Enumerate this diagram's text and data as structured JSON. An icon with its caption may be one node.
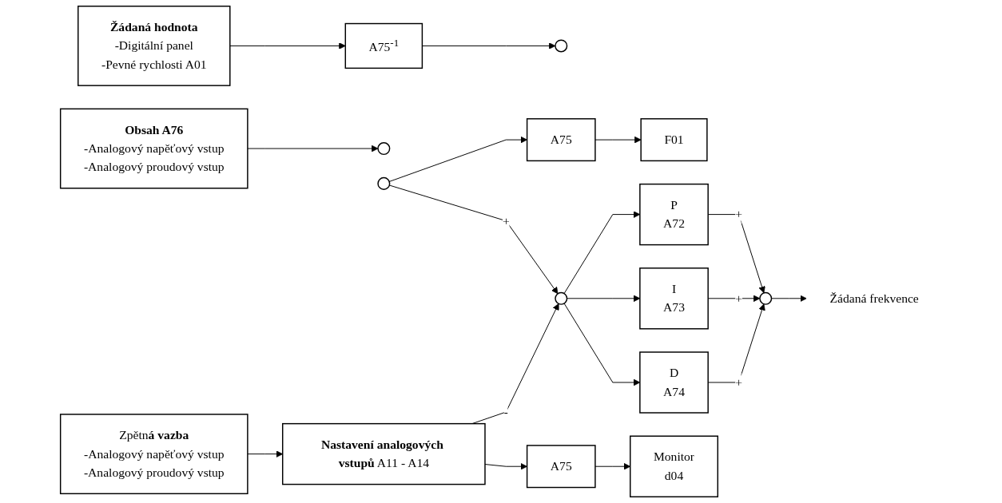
{
  "diagram": {
    "nodes": [
      {
        "text": [
          "Žádaná hodnota",
          "-Digitální panel",
          "-Pevné rychlosti A01"
        ]
      },
      {
        "text": [
          "Obsah A76",
          "-Analogový napěťový vstup",
          "-Analogový proudový vstup"
        ]
      },
      {
        "text": [
          "A75$^{-1}$"
        ]
      },
      {
        "text": [],
        "shape": "circle"
      },
      {
        "text": [],
        "shape": "circle"
      },
      {
        "text": [],
        "shape": "circle"
      },
      {
        "text": [
          "A75"
        ]
      },
      {
        "text": [
          "F01"
        ]
      },
      {
        "text": [],
        "shape": "circle"
      },
      {
        "text": [
          "P",
          "A72"
        ]
      },
      {
        "text": [
          "I",
          "A73"
        ]
      },
      {
        "text": [
          "D",
          "A74"
        ]
      },
      {
        "text": [],
        "shape": "circle"
      },
      {
        "text": [
          "Žádaná frekvence"
        ]
      },
      {
        "text": [
          "Zpětn**á vazba**",
          "-Analogový napěťový vstup",
          "-Analogový proudový vstup"
        ]
      },
      {
        "text": [
          "**Nastavení analogových vstupů** A11 - A14"
        ]
      },
      {
        "text": [
          "A75"
        ]
      },
      {
        "text": [
          "Monitor",
          "d04"
        ]
      }
    ],
    "edges": [
      {
        "from": 0,
        "to": 2,
        "arrow": "to"
      },
      {
        "from": 2,
        "to": 3,
        "arrow": "to"
      },
      {
        "from": 1,
        "to": 4,
        "arrow": "to"
      },
      {
        "from": 5,
        "to": 6,
        "arrow": "to"
      },
      {
        "from": 6,
        "to": 7,
        "arrow": "to"
      },
      {
        "from": 5,
        "to": 8,
        "arrow": "to",
        "label": "+"
      },
      {
        "from": 8,
        "to": 9,
        "arrow": "to"
      },
      {
        "from": 8,
        "to": 10,
        "arrow": "to"
      },
      {
        "from": 8,
        "to": 11,
        "arrow": "to"
      },
      {
        "from": 9,
        "to": 12,
        "arrow": "to",
        "label": "+"
      },
      {
        "from": 10,
        "to": 12,
        "arrow": "to",
        "label": "+"
      },
      {
        "from": 11,
        "to": 12,
        "arrow": "to",
        "label": "+"
      },
      {
        "from": 12,
        "to": 13,
        "arrow": "to"
      },
      {
        "from": 14,
        "to": 15,
        "arrow": "to"
      },
      {
        "from": 15,
        "to": 8,
        "arrow": "to",
        "label": "-"
      },
      {
        "from": 15,
        "to": 16,
        "arrow": "to"
      },
      {
        "from": 16,
        "to": 17,
        "arrow": "to"
      }
    ]
  }
}
